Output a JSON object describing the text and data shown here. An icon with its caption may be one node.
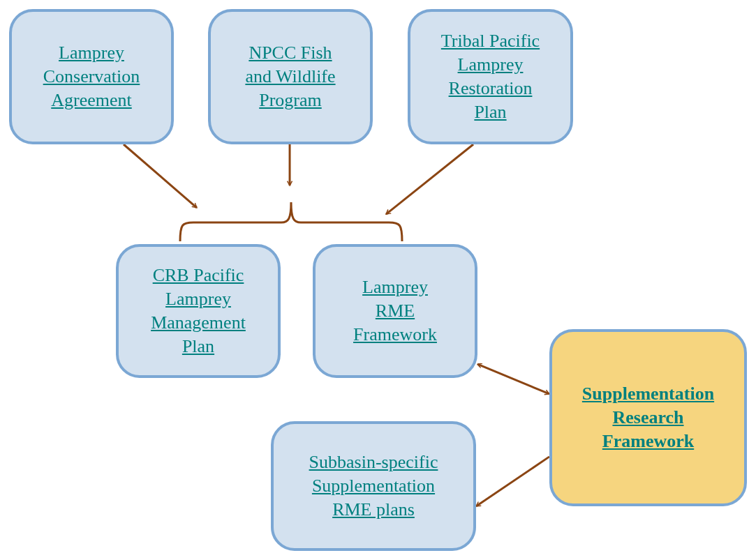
{
  "diagram": {
    "nodes": [
      {
        "text": [
          "Lamprey Conservation Agreement"
        ]
      },
      {
        "text": [
          "NPCC Fish and Wildlife Program"
        ]
      },
      {
        "text": [
          "Tribal Pacific Lamprey Restoration Plan"
        ]
      },
      {
        "text": [],
        "shape": "bracket"
      },
      {
        "text": [
          "CRB Pacific Lamprey Management Plan"
        ]
      },
      {
        "text": [
          "Lamprey RME Framework"
        ]
      },
      {
        "text": [
          "Supplementation Research Framework"
        ]
      },
      {
        "text": [
          "Subbasin-specific Supplementation RME plans"
        ]
      }
    ],
    "edges": [
      {
        "from": 0,
        "to": 3,
        "arrow": "to"
      },
      {
        "from": 1,
        "to": 3,
        "arrow": "to"
      },
      {
        "from": 2,
        "to": 3,
        "arrow": "to"
      },
      {
        "from": 5,
        "to": 6,
        "arrow": "both"
      },
      {
        "from": 6,
        "to": 7,
        "arrow": "to"
      }
    ]
  }
}
